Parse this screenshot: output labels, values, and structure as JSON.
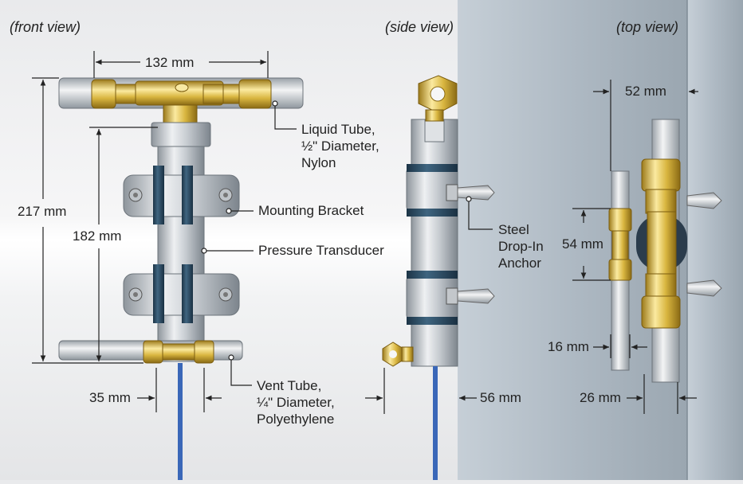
{
  "views": {
    "front": "(front view)",
    "side": "(side view)",
    "top": "(top view)"
  },
  "dimensions": {
    "front_width": "132 mm",
    "front_total_height": "217 mm",
    "front_body_height": "182 mm",
    "front_bottom_gap": "35 mm",
    "side_offset": "56 mm",
    "top_width": "52 mm",
    "top_spacing": "54 mm",
    "top_small_1": "16 mm",
    "top_small_2": "26 mm"
  },
  "callouts": {
    "liquid_tube": [
      "Liquid Tube,",
      "½\" Diameter,",
      "Nylon"
    ],
    "mounting_bracket": "Mounting Bracket",
    "pressure_transducer": "Pressure Transducer",
    "vent_tube": [
      "Vent Tube,",
      "¼\" Diameter,",
      "Polyethylene"
    ],
    "anchor": [
      "Steel",
      "Drop-In",
      "Anchor"
    ]
  },
  "colors": {
    "wall": "#aeb9c3",
    "brass": "#d8b53f",
    "steel": "#c9cdd1",
    "strap": "#2c4e66",
    "cable": "#3a67b8",
    "line": "#222222"
  }
}
